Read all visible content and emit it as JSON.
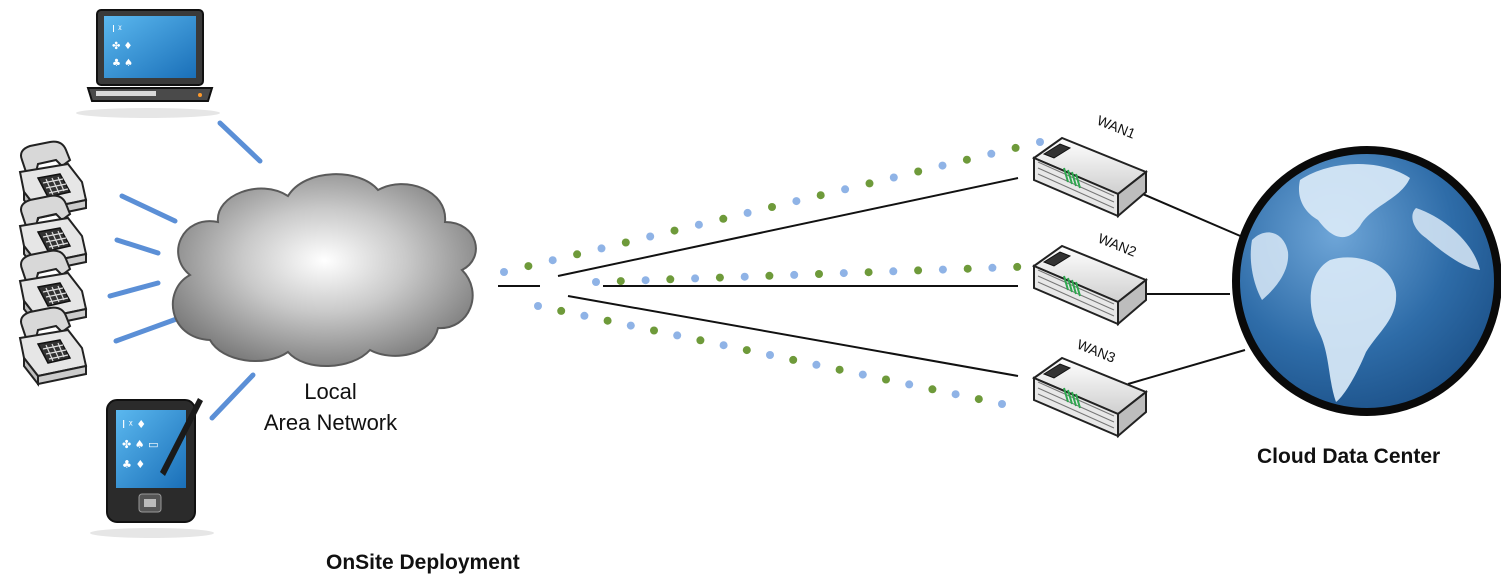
{
  "diagram": {
    "lan_label_line1": "Local",
    "lan_label_line2": "Area Network",
    "cloud_data_center_label": "Cloud Data Center",
    "onsite_label": "OnSite Deployment",
    "wan_labels": [
      "WAN1",
      "WAN2",
      "WAN3"
    ],
    "devices": [
      "laptop",
      "desk-phone",
      "desk-phone",
      "desk-phone",
      "desk-phone",
      "pda"
    ],
    "colors": {
      "device_link": "#5b8fd6",
      "dot_blue": "#8fb3e6",
      "dot_green": "#6e9a3a",
      "wire": "#111111",
      "globe_ocean": "#2e6ca8",
      "globe_land": "#d9e9f7",
      "globe_rim": "#0a0a0a",
      "cloud": "#8a8a8a"
    }
  }
}
